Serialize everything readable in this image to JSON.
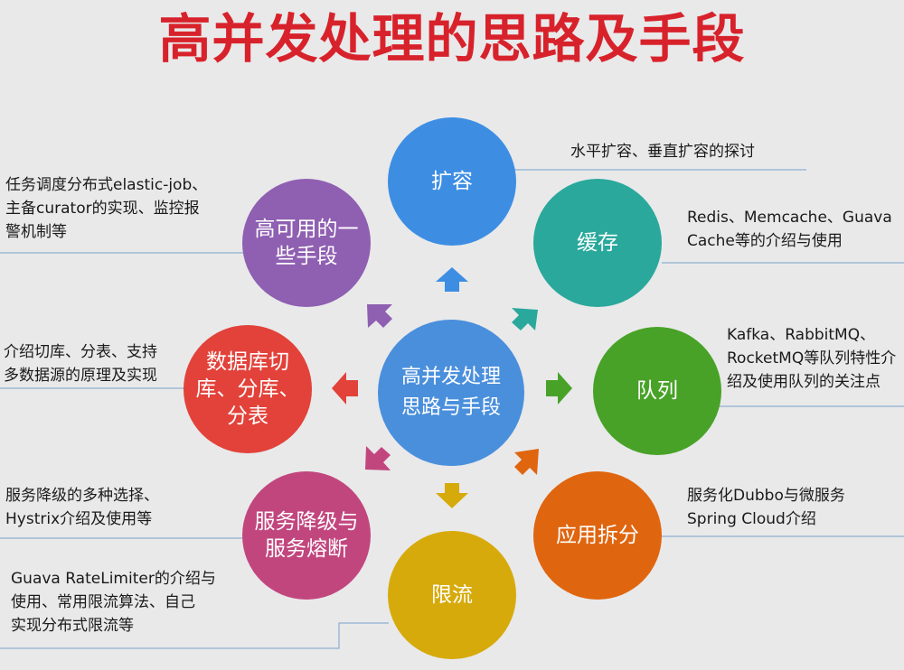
{
  "title": "高并发处理的思路及手段",
  "center": {
    "label": "高并发处理\n思路与手段",
    "color": "#4a8fdc"
  },
  "nodes": {
    "expand": {
      "label": "扩容",
      "color": "#3d8ee3",
      "note": "水平扩容、垂直扩容的探讨"
    },
    "cache": {
      "label": "缓存",
      "color": "#2aa89c",
      "note": "Redis、Memcache、Guava\nCache等的介绍与使用"
    },
    "queue": {
      "label": "队列",
      "color": "#48a227",
      "note": "Kafka、RabbitMQ、\nRocketMQ等队列特性介\n绍及使用队列的关注点"
    },
    "split": {
      "label": "应用拆分",
      "color": "#e0650f",
      "note": "服务化Dubbo与微服务\nSpring Cloud介绍"
    },
    "limit": {
      "label": "限流",
      "color": "#d7aa0c",
      "note": "Guava RateLimiter的介绍与\n使用、常用限流算法、自己\n实现分布式限流等"
    },
    "degrade": {
      "label": "服务降级与\n服务熔断",
      "color": "#c2467e",
      "note": "服务降级的多种选择、\nHystrix介绍及使用等"
    },
    "db": {
      "label": "数据库切\n库、分库、\n分表",
      "color": "#e2423a",
      "note": "介绍切库、分表、支持\n多数据源的原理及实现"
    },
    "ha": {
      "label": "高可用的一\n些手段",
      "color": "#8f5fb1",
      "note": "任务调度分布式elastic-job、\n主备curator的实现、监控报\n警机制等"
    }
  }
}
